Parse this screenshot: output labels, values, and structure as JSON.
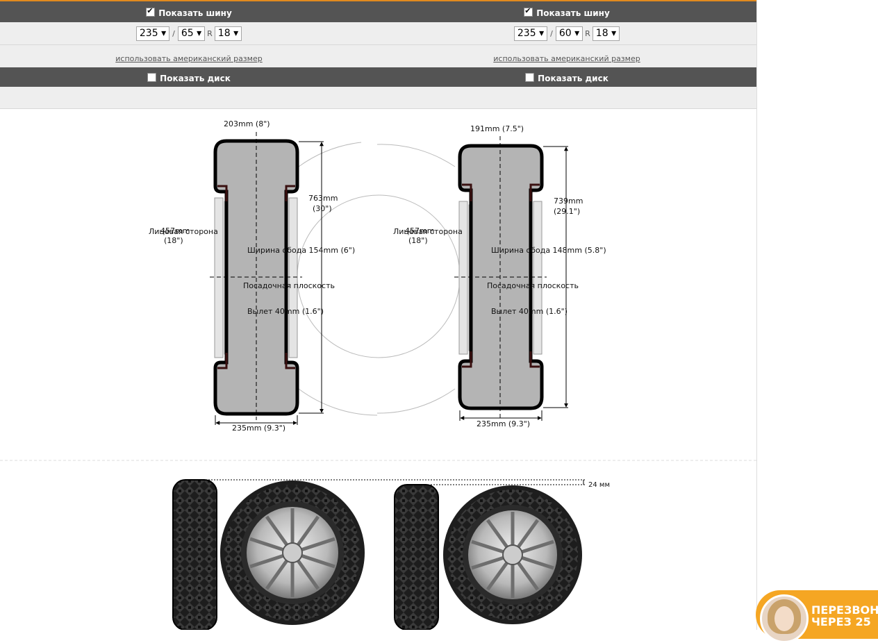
{
  "left": {
    "show_tire_label": "Показать шину",
    "width": "235",
    "profile": "65",
    "r_label": "R",
    "rim": "18",
    "slash": "/",
    "american_link": "использовать американский размер",
    "show_disk_label": "Показать диск",
    "dim_top": "203mm (8\")",
    "dim_height_1": "763mm",
    "dim_height_2": "(30\")",
    "face_1": "Лицевая сторона",
    "face_2": "457mm",
    "face_3": "(18\")",
    "rim_width": "Ширина обода 154mm (6\")",
    "seat": "Посадочная плоскость",
    "offset": "Вылет 40mm (1.6\")",
    "dim_bottom": "235mm (9.3\")"
  },
  "right": {
    "show_tire_label": "Показать шину",
    "width": "235",
    "profile": "60",
    "r_label": "R",
    "rim": "18",
    "slash": "/",
    "american_link": "использовать американский размер",
    "show_disk_label": "Показать диск",
    "dim_top": "191mm (7.5\")",
    "dim_height_1": "739mm",
    "dim_height_2": "(29.1\")",
    "face_1": "Лицевая сторона",
    "face_2": "457mm",
    "face_3": "(18\")",
    "rim_width": "Ширина обода  148mm (5.8\")",
    "seat": "Посадочная плоскость",
    "offset": "Вылет 40mm (1.6\")",
    "dim_bottom": "235mm (9.3\")"
  },
  "diff_label": "24 мм",
  "callback": {
    "line1": "ПЕРЕЗВОН",
    "line2": "ЧЕРЕЗ 25"
  },
  "colors": {
    "accent": "#e28a1e",
    "dark_bar": "#545454",
    "light_bar": "#eeeeee",
    "tire_fill": "#b4b4b4",
    "tire_outline": "#000000",
    "callback": "#f5a623"
  }
}
